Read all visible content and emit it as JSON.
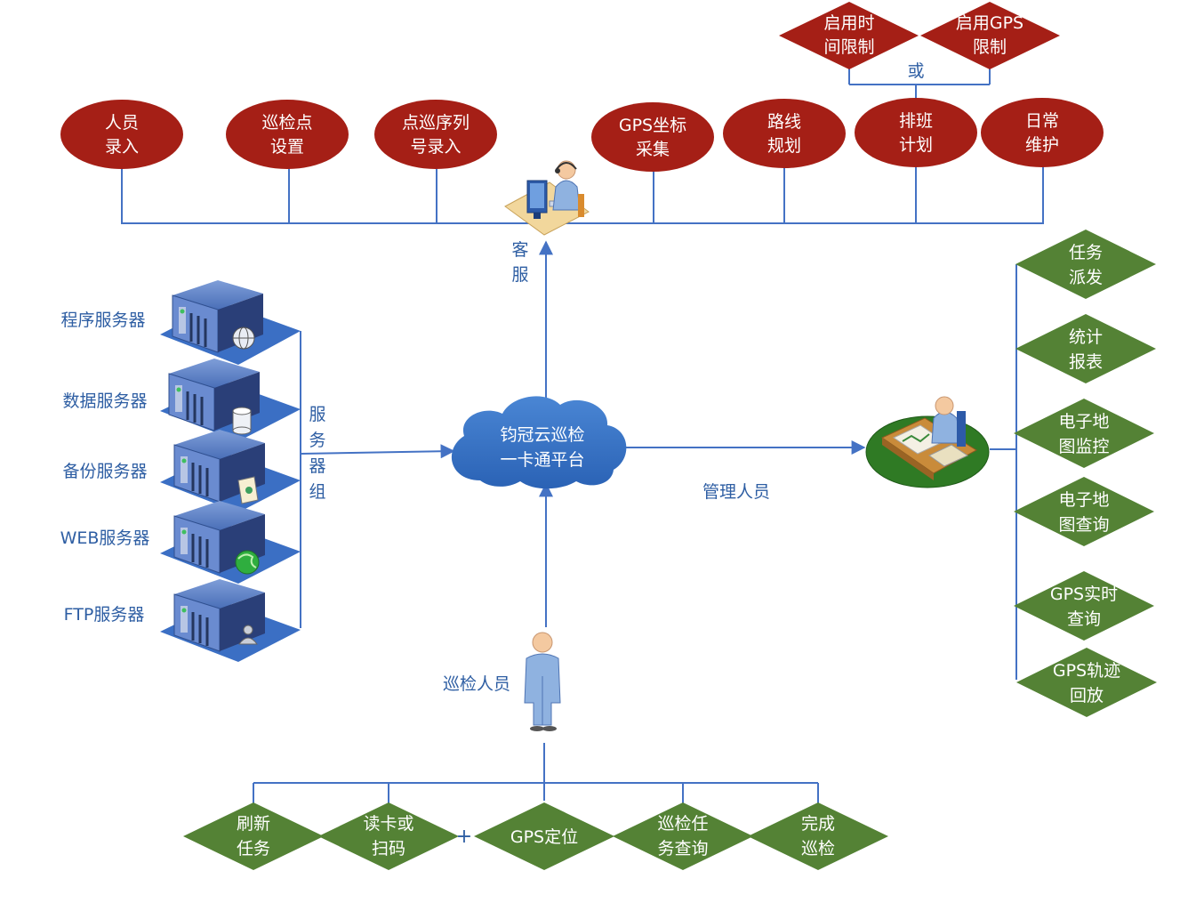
{
  "colors": {
    "oval_fill": "#a51f16",
    "diamond_fill": "#548235",
    "line": "#4472c4",
    "label": "#2e5ea3",
    "cloud": "#2f6ec0",
    "server_plate": "#3b6fc4"
  },
  "top_ovals": [
    {
      "line1": "人员",
      "line2": "录入"
    },
    {
      "line1": "巡检点",
      "line2": "设置"
    },
    {
      "line1": "点巡序列",
      "line2": "号录入"
    },
    {
      "line1": "GPS坐标",
      "line2": "采集"
    },
    {
      "line1": "路线",
      "line2": "规划"
    },
    {
      "line1": "排班",
      "line2": "计划"
    },
    {
      "line1": "日常",
      "line2": "维护"
    }
  ],
  "schedule_options": [
    {
      "line1": "启用时",
      "line2": "间限制"
    },
    {
      "line1": "启用GPS",
      "line2": "限制"
    }
  ],
  "or_label": "或",
  "customer_service": {
    "line1": "客",
    "line2": "服",
    "icon": "call-center-agent-icon"
  },
  "servers": [
    {
      "label": "程序服务器",
      "icon": "globe-icon"
    },
    {
      "label": "数据服务器",
      "icon": "database-icon"
    },
    {
      "label": "备份服务器",
      "icon": "document-icon"
    },
    {
      "label": "WEB服务器",
      "icon": "web-globe-icon"
    },
    {
      "label": "FTP服务器",
      "icon": "user-icon"
    }
  ],
  "server_group": {
    "c1": "服",
    "c2": "务",
    "c3": "器",
    "c4": "组"
  },
  "cloud": {
    "line1": "钧冠云巡检",
    "line2": "一卡通平台"
  },
  "manager": {
    "label": "管理人员",
    "icon": "manager-desk-icon"
  },
  "right_diamonds": [
    {
      "line1": "任务",
      "line2": "派发"
    },
    {
      "line1": "统计",
      "line2": "报表"
    },
    {
      "line1": "电子地",
      "line2": "图监控"
    },
    {
      "line1": "电子地",
      "line2": "图查询"
    },
    {
      "line1": "GPS实时",
      "line2": "查询"
    },
    {
      "line1": "GPS轨迹",
      "line2": "回放"
    }
  ],
  "inspector": {
    "label": "巡检人员",
    "icon": "person-icon"
  },
  "bottom_diamonds": [
    {
      "line1": "刷新",
      "line2": "任务"
    },
    {
      "line1": "读卡或",
      "line2": "扫码"
    },
    {
      "line1": "GPS定位",
      "line2": ""
    },
    {
      "line1": "巡检任",
      "line2": "务查询"
    },
    {
      "line1": "完成",
      "line2": "巡检"
    }
  ],
  "plus_label": "+"
}
